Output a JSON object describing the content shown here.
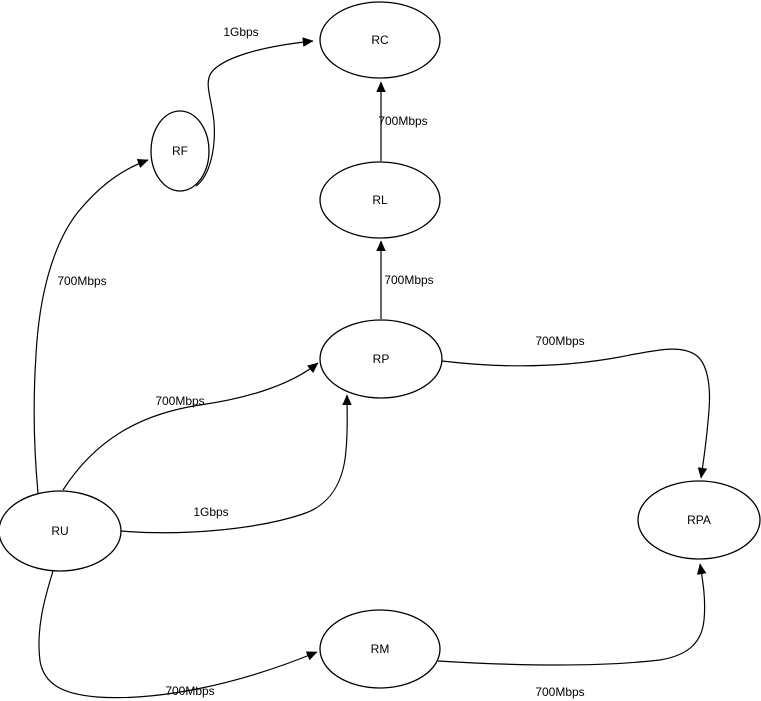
{
  "diagram": {
    "type": "network-topology",
    "background_color": "#ffffff",
    "stroke_color": "#000000",
    "nodes": [
      {
        "id": "RC",
        "label": "RC"
      },
      {
        "id": "RF",
        "label": "RF"
      },
      {
        "id": "RL",
        "label": "RL"
      },
      {
        "id": "RP",
        "label": "RP"
      },
      {
        "id": "RU",
        "label": "RU"
      },
      {
        "id": "RPA",
        "label": "RPA"
      },
      {
        "id": "RM",
        "label": "RM"
      }
    ],
    "edges": [
      {
        "from": "RF",
        "to": "RC",
        "label": "1Gbps"
      },
      {
        "from": "RL",
        "to": "RC",
        "label": "700Mbps"
      },
      {
        "from": "RP",
        "to": "RL",
        "label": "700Mbps"
      },
      {
        "from": "RP",
        "to": "RPA",
        "label": "700Mbps"
      },
      {
        "from": "RU",
        "to": "RF",
        "label": "700Mbps"
      },
      {
        "from": "RU",
        "to": "RP",
        "label": "700Mbps"
      },
      {
        "from": "RU",
        "to": "RP",
        "label": "1Gbps"
      },
      {
        "from": "RU",
        "to": "RM",
        "label": "700Mbps"
      },
      {
        "from": "RM",
        "to": "RPA",
        "label": "700Mbps"
      }
    ]
  }
}
